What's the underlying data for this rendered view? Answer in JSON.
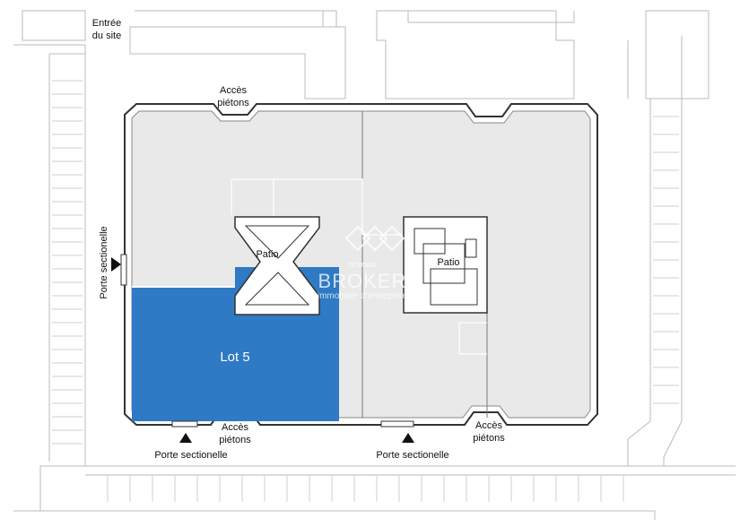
{
  "labels": {
    "site_entrance": [
      "Entrée",
      "du site"
    ],
    "pedestrian_access": [
      "Accès",
      "piétons"
    ],
    "patio": "Patio",
    "sectional_door": "Porte sectionelle",
    "lot": "Lot 5"
  },
  "watermark": {
    "line1": "réseau",
    "line2": "BROKER",
    "line3": "immobilier d'entreprise"
  },
  "colors": {
    "lot_highlight": "#2e7ac4",
    "building_fill": "#e9e9e9",
    "outline": "#333333",
    "background_lines": "#bbbbbb"
  }
}
